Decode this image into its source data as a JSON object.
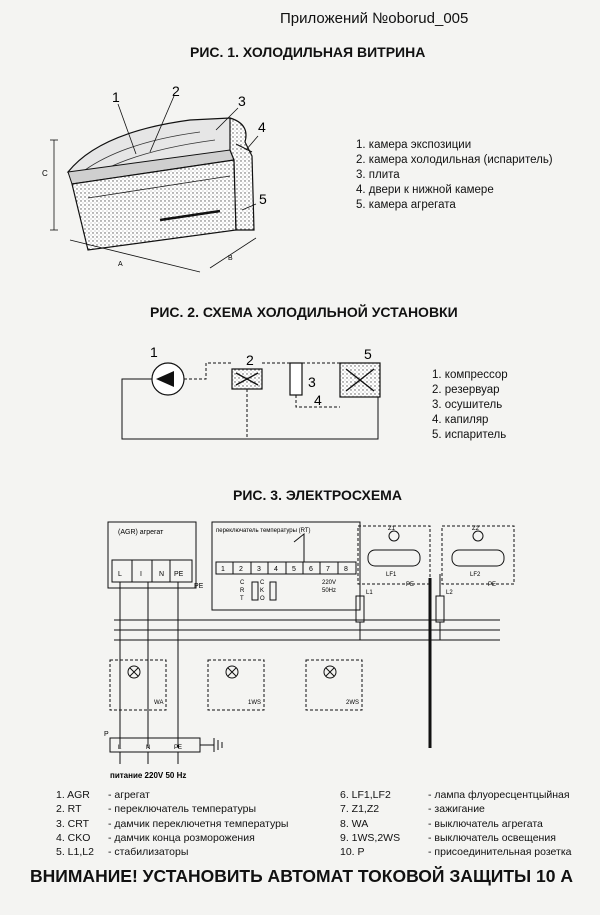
{
  "header": "Приложений №oborud_005",
  "fig1": {
    "title": "РИС. 1. ХОЛОДИЛЬНАЯ ВИТРИНА",
    "dims": {
      "a": "A",
      "b": "B",
      "c": "C"
    },
    "callouts": [
      "1",
      "2",
      "3",
      "4",
      "5"
    ],
    "items": [
      "1. камера экспозиции",
      "2. камера холодильная (испаритель)",
      "3. плита",
      "4. двери к нижной камере",
      "5. камера агрегата"
    ]
  },
  "fig2": {
    "title": "РИС. 2. СХЕМА ХОЛОДИЛЬНОЙ УСТАНОВКИ",
    "callouts": [
      "1",
      "2",
      "3",
      "4",
      "5"
    ],
    "items": [
      "1. компрессор",
      "2. резервуар",
      "3. осушитель",
      "4. капиляр",
      "5. испаритель"
    ]
  },
  "fig3": {
    "title": "РИС. 3. ЭЛЕКТРОСХЕМА",
    "agr_label": "(AGR) агрегат",
    "rt_label": "переключатель температуры (RT)",
    "agr_terminals": [
      "L",
      "I",
      "N",
      "PE"
    ],
    "rt_terminals": [
      "1",
      "2",
      "3",
      "4",
      "5",
      "6",
      "7",
      "8"
    ],
    "crt_letters": [
      "C",
      "R",
      "T"
    ],
    "cko_letters": [
      "C",
      "K",
      "O"
    ],
    "rt_voltage": "220V",
    "rt_freq": "50Hz",
    "pe": "PE",
    "lamp1": "LF1",
    "lamp2": "LF2",
    "z1": "Z1",
    "z2": "Z2",
    "l1": "L1",
    "l2": "L2",
    "wa": "WA",
    "ws1": "1WS",
    "ws2": "2WS",
    "p": "P",
    "socket_terminals": [
      "L",
      "N",
      "PE"
    ],
    "power": "питание 220V 50 Hz"
  },
  "legend": {
    "left": [
      {
        "code": "1. AGR",
        "desc": "- агрегат"
      },
      {
        "code": "2. RT",
        "desc": "- переключатель температуры"
      },
      {
        "code": "3. CRT",
        "desc": "- дамчик переключетня температуры"
      },
      {
        "code": "4. CKO",
        "desc": "- дамчик конца розморожения"
      },
      {
        "code": "5. L1,L2",
        "desc": "- стабилизаторы"
      }
    ],
    "right": [
      {
        "code": "6. LF1,LF2",
        "desc": "- лампа флуоресцентцыйная"
      },
      {
        "code": "7. Z1,Z2",
        "desc": "- зажигание"
      },
      {
        "code": "8. WA",
        "desc": "- выключатель агрегата"
      },
      {
        "code": "9. 1WS,2WS",
        "desc": "- выключатель освещения"
      },
      {
        "code": "10. P",
        "desc": "- присоединительная розетка"
      }
    ]
  },
  "warning": "ВНИМАНИЕ! УСТАНОВИТЬ АВТОМАТ ТОКОВОЙ ЗАЩИТЫ 10 А"
}
